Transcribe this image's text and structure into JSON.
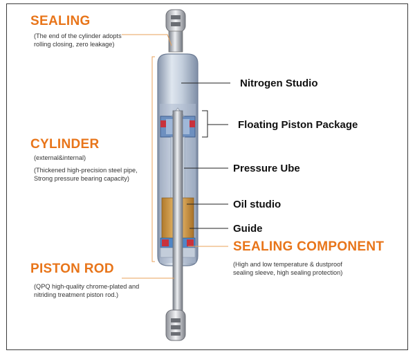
{
  "left": {
    "sealing": {
      "title": "SEALING",
      "line1": "(The end of the cylinder adopts",
      "line2": "rolling closing, zero leakage)"
    },
    "cylinder": {
      "title": "CYLINDER",
      "sub": "(external&internal)",
      "line1": "(Thickened high-precision steel pipe,",
      "line2": "Strong pressure bearing capacity)"
    },
    "piston_rod": {
      "title": "PISTON ROD",
      "line1": "(QPQ high-quality chrome-plated and",
      "line2": "nitriding treatment piston rod.)"
    }
  },
  "right": {
    "nitrogen": "Nitrogen Studio",
    "floating": "Floating Piston Package",
    "pressure": "Pressure Ube",
    "oil": "Oil studio",
    "guide": "Guide",
    "sealing_component": {
      "title": "SEALING COMPONENT",
      "line1": "(High and low temperature & dustproof",
      "line2": "sealing sleeve, high sealing protection)"
    }
  },
  "colors": {
    "accent": "#e8751a",
    "leader": "#e8a15a",
    "tube": "#b9c6d8",
    "tube_dark": "#7d8da6",
    "oil": "#d9a24a",
    "seal_red": "#c8323c",
    "seal_blue": "#4f86c6"
  }
}
